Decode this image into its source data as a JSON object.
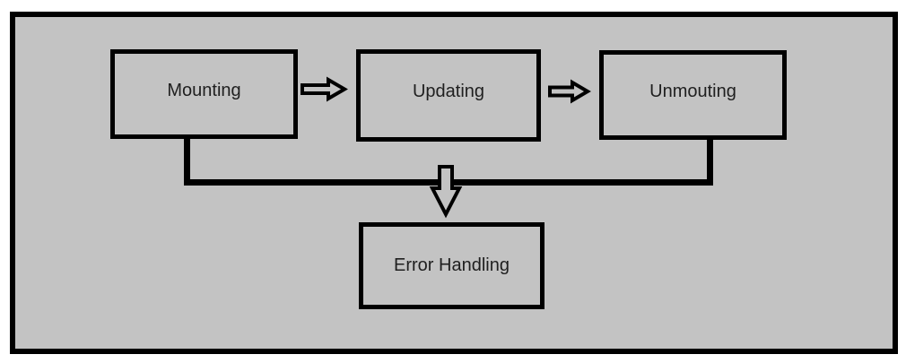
{
  "page": {
    "background": "#ffffff"
  },
  "diagram": {
    "canvas_fill": "#c3c3c3",
    "line_color": "#000000",
    "text_color": "#1f1f1f",
    "nodes": {
      "mounting": {
        "label": "Mounting"
      },
      "updating": {
        "label": "Updating"
      },
      "unmouting": {
        "label": "Unmouting"
      },
      "error_handling": {
        "label": "Error Handling"
      }
    },
    "edges": [
      {
        "from": "Mounting",
        "to": "Updating",
        "style": "block-arrow-right"
      },
      {
        "from": "Updating",
        "to": "Unmouting",
        "style": "block-arrow-right"
      },
      {
        "from": "Mounting + Unmouting",
        "to": "Error Handling",
        "style": "elbow-connector-block-arrow-down"
      }
    ]
  }
}
